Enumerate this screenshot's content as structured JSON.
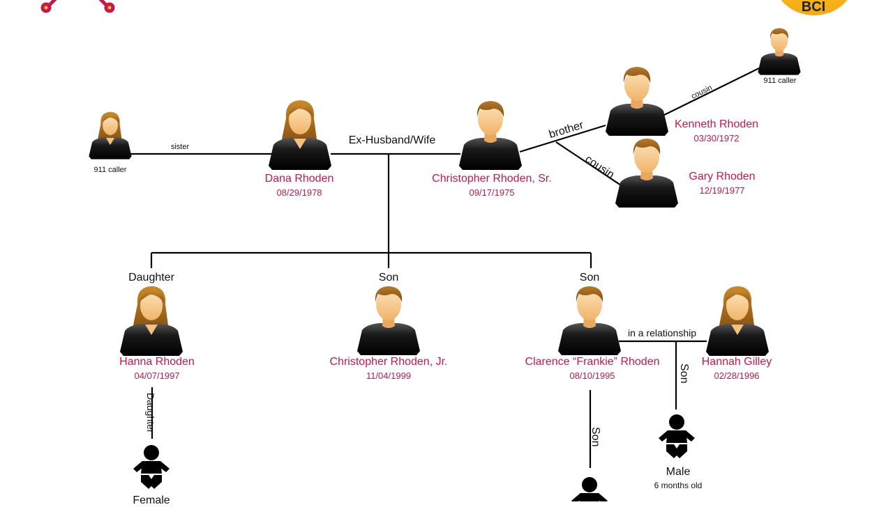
{
  "header": {
    "logo_text": "BCI"
  },
  "relations": {
    "sister": "sister",
    "ex_spouse": "Ex-Husband/Wife",
    "brother": "brother",
    "cousin_gary": "cousin",
    "cousin_kenneth": "cousin",
    "daughter_top": "Daughter",
    "son_mid": "Son",
    "son_right": "Son",
    "relationship": "in a relationship",
    "hanna_child": "Daughter",
    "frankie_child": "Son",
    "hannah_child": "Son"
  },
  "people": {
    "caller_left": {
      "caption": "911 caller"
    },
    "caller_right": {
      "caption": "911 caller"
    },
    "dana": {
      "name": "Dana Rhoden",
      "dob": "08/29/1978"
    },
    "chris_sr": {
      "name": "Christopher Rhoden, Sr.",
      "dob": "09/17/1975"
    },
    "kenneth": {
      "name": "Kenneth Rhoden",
      "dob": "03/30/1972"
    },
    "gary": {
      "name": "Gary Rhoden",
      "dob": "12/19/1977"
    },
    "hanna": {
      "name": "Hanna Rhoden",
      "dob": "04/07/1997"
    },
    "chris_jr": {
      "name": "Christopher Rhoden, Jr.",
      "dob": "11/04/1999"
    },
    "frankie": {
      "name": "Clarence “Frankie” Rhoden",
      "dob": "08/10/1995"
    },
    "hannah_g": {
      "name": "Hannah Gilley",
      "dob": "02/28/1996"
    },
    "baby_female": {
      "label": "Female"
    },
    "baby_male": {
      "label": "Male",
      "age": "6 months old"
    }
  }
}
